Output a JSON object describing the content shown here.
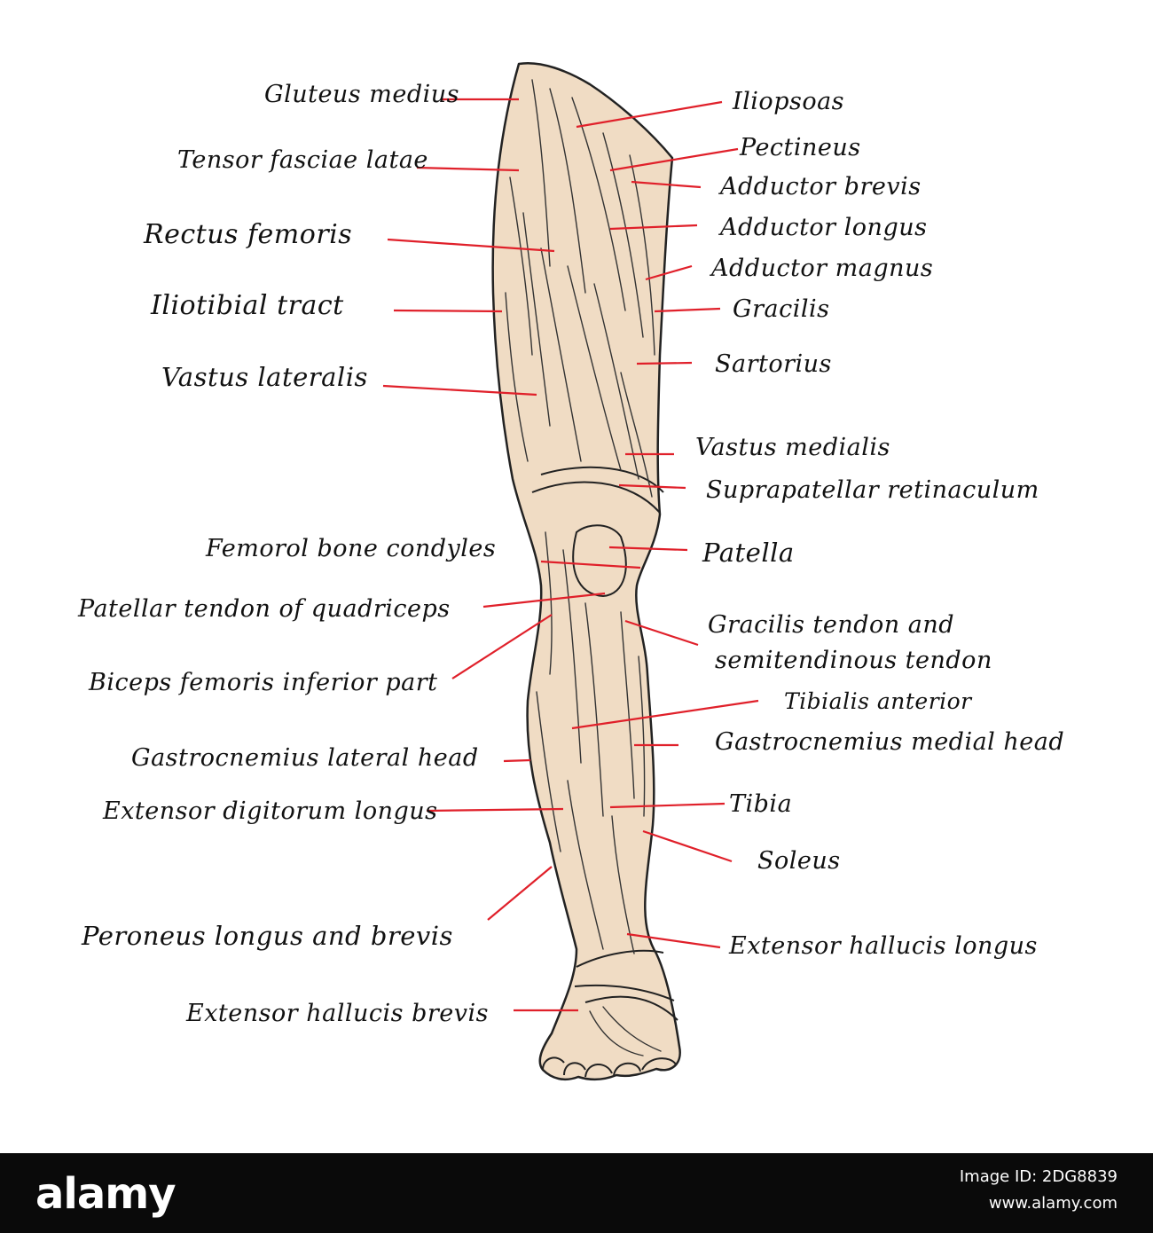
{
  "labels": {
    "gluteus_medius": "Gluteus medius",
    "tensor_fasciae_latae": "Tensor fasciae latae",
    "rectus_femoris": "Rectus femoris",
    "iliotibial_tract": "Iliotibial tract",
    "vastus_lateralis": "Vastus lateralis",
    "femoral_bone_condyles": "Femorol bone condyles",
    "patellar_tendon": "Patellar tendon of quadriceps",
    "biceps_femoris": "Biceps femoris inferior part",
    "gastrocnemius_lateral": "Gastrocnemius lateral head",
    "extensor_digitorum": "Extensor digitorum longus",
    "peroneus": "Peroneus longus and brevis",
    "extensor_hallucis_brevis": "Extensor hallucis brevis",
    "iliopsoas": "Iliopsoas",
    "pectineus": "Pectineus",
    "adductor_brevis": "Adductor brevis",
    "adductor_longus": "Adductor longus",
    "adductor_magnus": "Adductor magnus",
    "gracilis": "Gracilis",
    "sartorius": "Sartorius",
    "vastus_medialis": "Vastus medialis",
    "suprapatellar": "Suprapatellar retinaculum",
    "patella": "Patella",
    "gracilis_tendon_1": "Gracilis tendon and",
    "gracilis_tendon_2": "semitendinous tendon",
    "tibialis_anterior": "Tibialis anterior",
    "gastrocnemius_medial": "Gastrocnemius medial head",
    "tibia": "Tibia",
    "soleus": "Soleus",
    "extensor_hallucis_longus": "Extensor hallucis longus"
  },
  "colors": {
    "skin": "#f0dcc4",
    "outline": "#222222",
    "leader": "#e0202a",
    "footer": "#0a0a0a"
  },
  "footer": {
    "brand": "alamy",
    "image_id_label": "Image ID: 2DG8839",
    "site": "www.alamy.com"
  }
}
